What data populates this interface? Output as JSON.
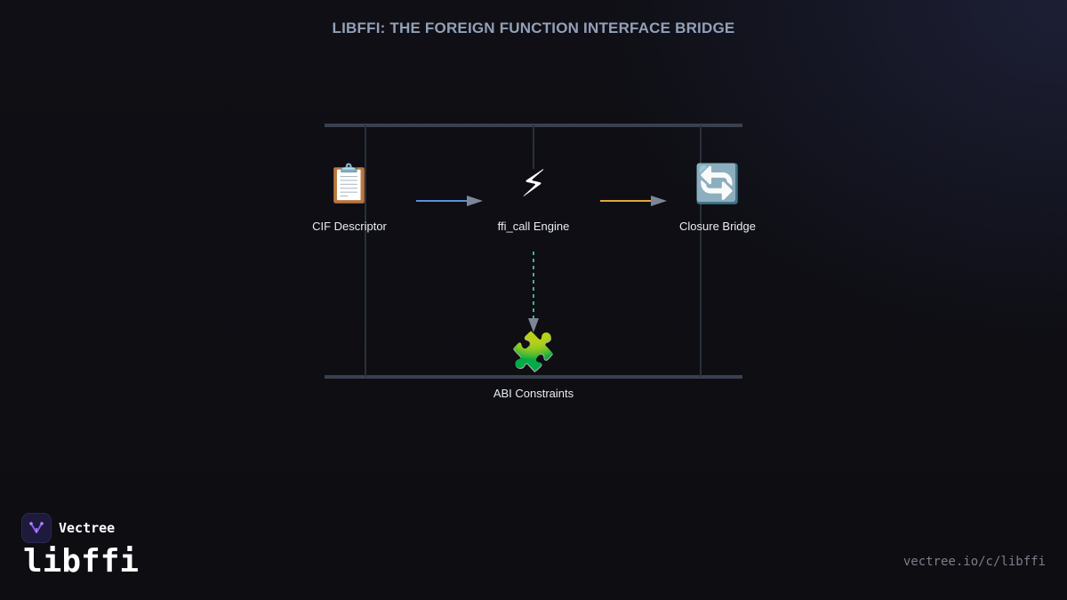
{
  "title": "LIBFFI: THE FOREIGN FUNCTION INTERFACE BRIDGE",
  "nodes": [
    {
      "id": "cif",
      "label": "CIF Descriptor",
      "icon": "clipboard-icon",
      "glyph": "📋"
    },
    {
      "id": "ffi_call",
      "label": "ffi_call Engine",
      "icon": "lightning-icon",
      "glyph": "⚡"
    },
    {
      "id": "closure",
      "label": "Closure Bridge",
      "icon": "cycle-arrows-icon",
      "glyph": "🔄"
    },
    {
      "id": "abi",
      "label": "ABI Constraints",
      "icon": "puzzle-piece-icon",
      "glyph": "🧩"
    }
  ],
  "edges": [
    {
      "from": "cif",
      "to": "ffi_call",
      "style": "solid",
      "color": "#5b8fd9"
    },
    {
      "from": "ffi_call",
      "to": "closure",
      "style": "solid",
      "color": "#e0a83a"
    },
    {
      "from": "ffi_call",
      "to": "abi",
      "style": "dashed",
      "color": "#3fb58a"
    }
  ],
  "colors": {
    "frame": "#39414f",
    "arrowhead": "#7d8699",
    "title": "#93a0b8"
  },
  "brand": {
    "company": "Vectree",
    "product": "libffi",
    "url": "vectree.io/c/libffi"
  }
}
